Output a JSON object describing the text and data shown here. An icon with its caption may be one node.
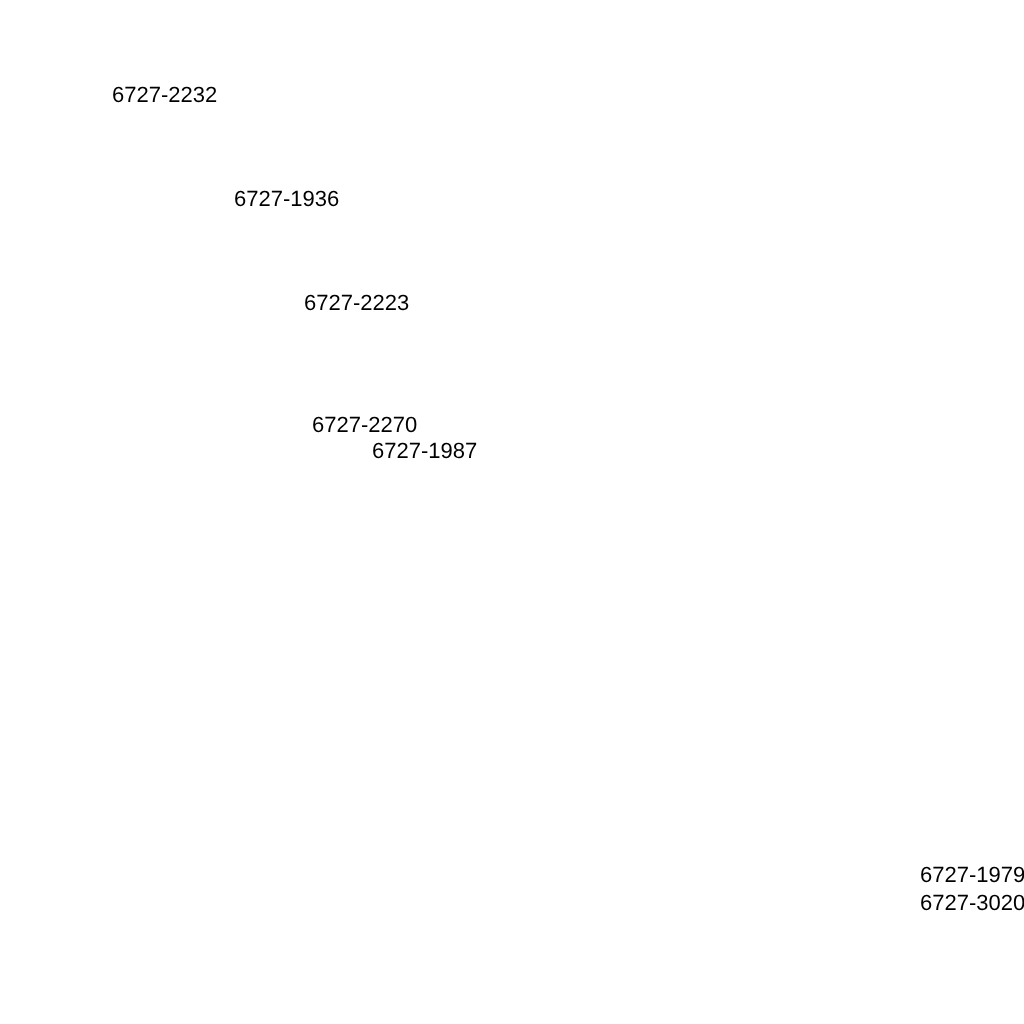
{
  "diagram": {
    "labels": [
      "6727-2232",
      "6727-1936",
      "6727-2223",
      "6727-2270",
      "6727-1987",
      "6727-1979",
      "6727-3020"
    ]
  }
}
